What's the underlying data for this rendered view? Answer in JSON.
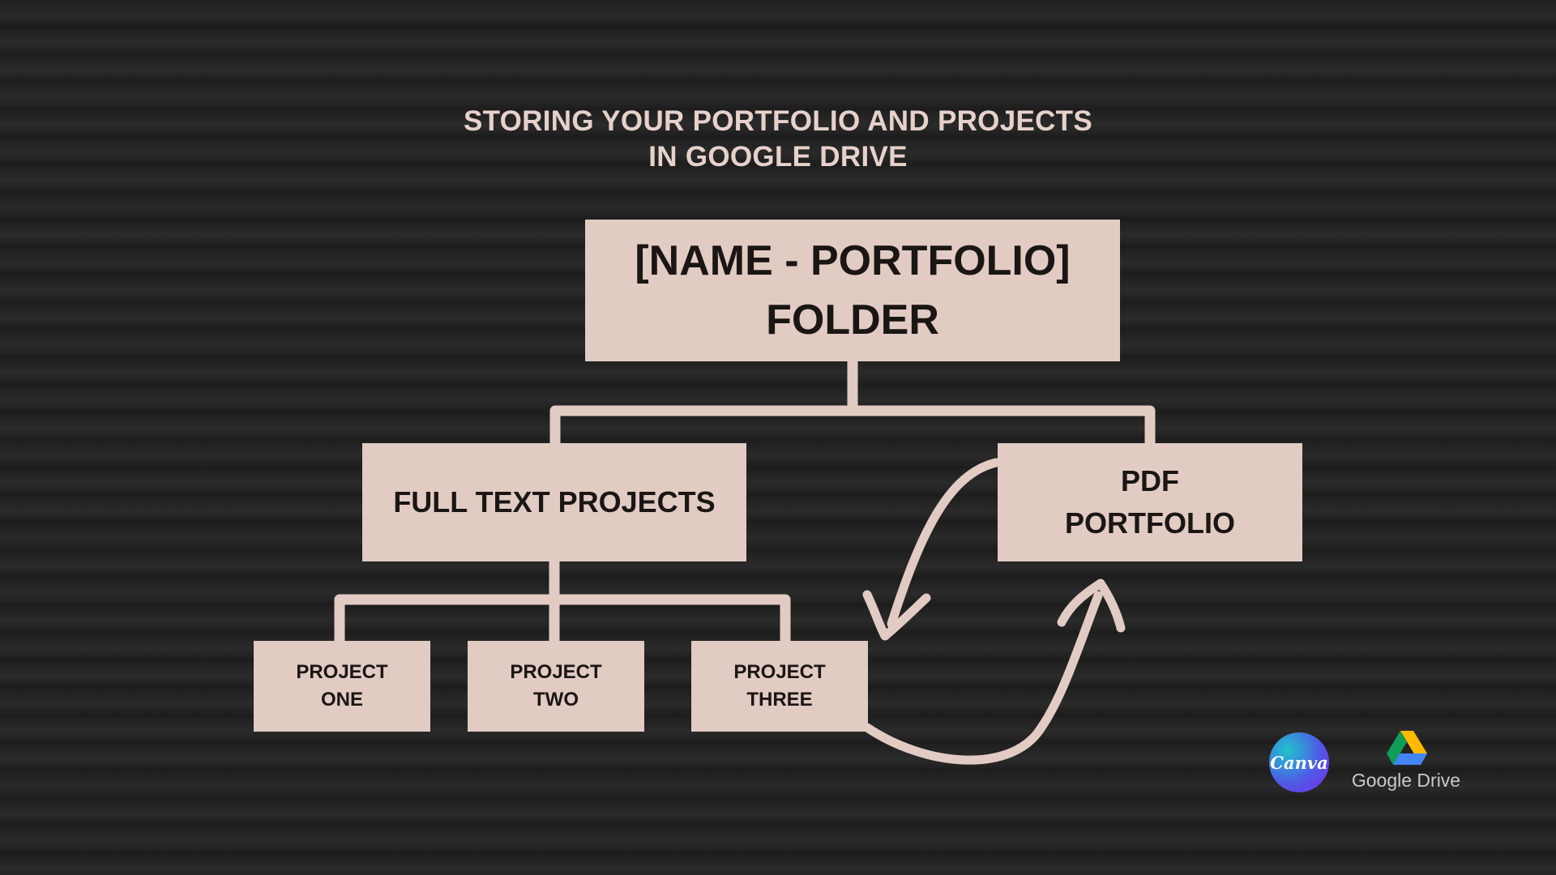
{
  "title": {
    "line1": "STORING YOUR PORTFOLIO AND PROJECTS",
    "line2": "IN GOOGLE DRIVE"
  },
  "diagram": {
    "root": {
      "line1": "[NAME - PORTFOLIO]",
      "line2": "FOLDER"
    },
    "full_text": {
      "label": "FULL TEXT PROJECTS"
    },
    "pdf": {
      "line1": "PDF",
      "line2": "PORTFOLIO"
    },
    "projects": [
      {
        "line1": "PROJECT",
        "line2": "ONE"
      },
      {
        "line1": "PROJECT",
        "line2": "TWO"
      },
      {
        "line1": "PROJECT",
        "line2": "THREE"
      }
    ]
  },
  "logos": {
    "canva": "Canva",
    "google_drive": "Google Drive"
  },
  "colors": {
    "background": "#222222",
    "box_fill": "#e2cbc3",
    "box_text": "#1a1614",
    "title_text": "#e6d2ca",
    "connector": "#e2cbc3"
  }
}
